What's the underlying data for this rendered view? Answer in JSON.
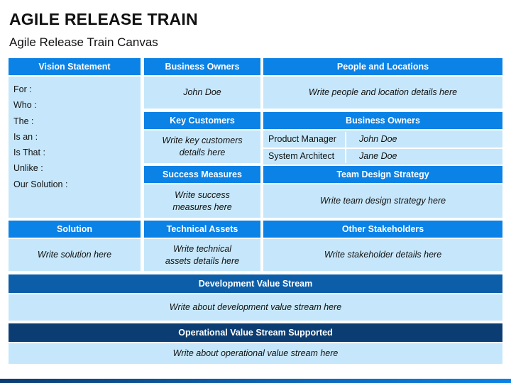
{
  "title": "AGILE RELEASE TRAIN",
  "subtitle": "Agile Release Train Canvas",
  "vision": {
    "header": "Vision Statement",
    "lines": [
      "For :",
      "Who :",
      "The :",
      "Is an :",
      "Is That :",
      "Unlike :",
      "Our Solution :"
    ]
  },
  "business_owners_top": {
    "header": "Business Owners",
    "text": "John Doe"
  },
  "people_locations": {
    "header": "People and Locations",
    "text": "Write people and location details here"
  },
  "key_customers": {
    "header": "Key Customers",
    "text": "Write key customers details here"
  },
  "business_owners_table": {
    "header": "Business Owners",
    "rows": [
      {
        "role": "Product Manager",
        "name": "John Doe"
      },
      {
        "role": "System Architect",
        "name": "Jane Doe"
      }
    ]
  },
  "success_measures": {
    "header": "Success Measures",
    "text": "Write success measures here"
  },
  "team_design": {
    "header": "Team Design Strategy",
    "text": "Write team design strategy here"
  },
  "solution": {
    "header": "Solution",
    "text": "Write solution here"
  },
  "technical_assets": {
    "header": "Technical Assets",
    "text": "Write technical assets details here"
  },
  "other_stakeholders": {
    "header": "Other Stakeholders",
    "text": "Write stakeholder details here"
  },
  "dev_value_stream": {
    "header": "Development Value Stream",
    "text": "Write about development value stream here"
  },
  "ops_value_stream": {
    "header": "Operational Value Stream Supported",
    "text": "Write about operational value stream here"
  },
  "colors": {
    "header_blue": "#0a82e6",
    "header_mid": "#0c5ea8",
    "header_dark": "#0b3d73",
    "body_fill": "#c6e7fb"
  }
}
